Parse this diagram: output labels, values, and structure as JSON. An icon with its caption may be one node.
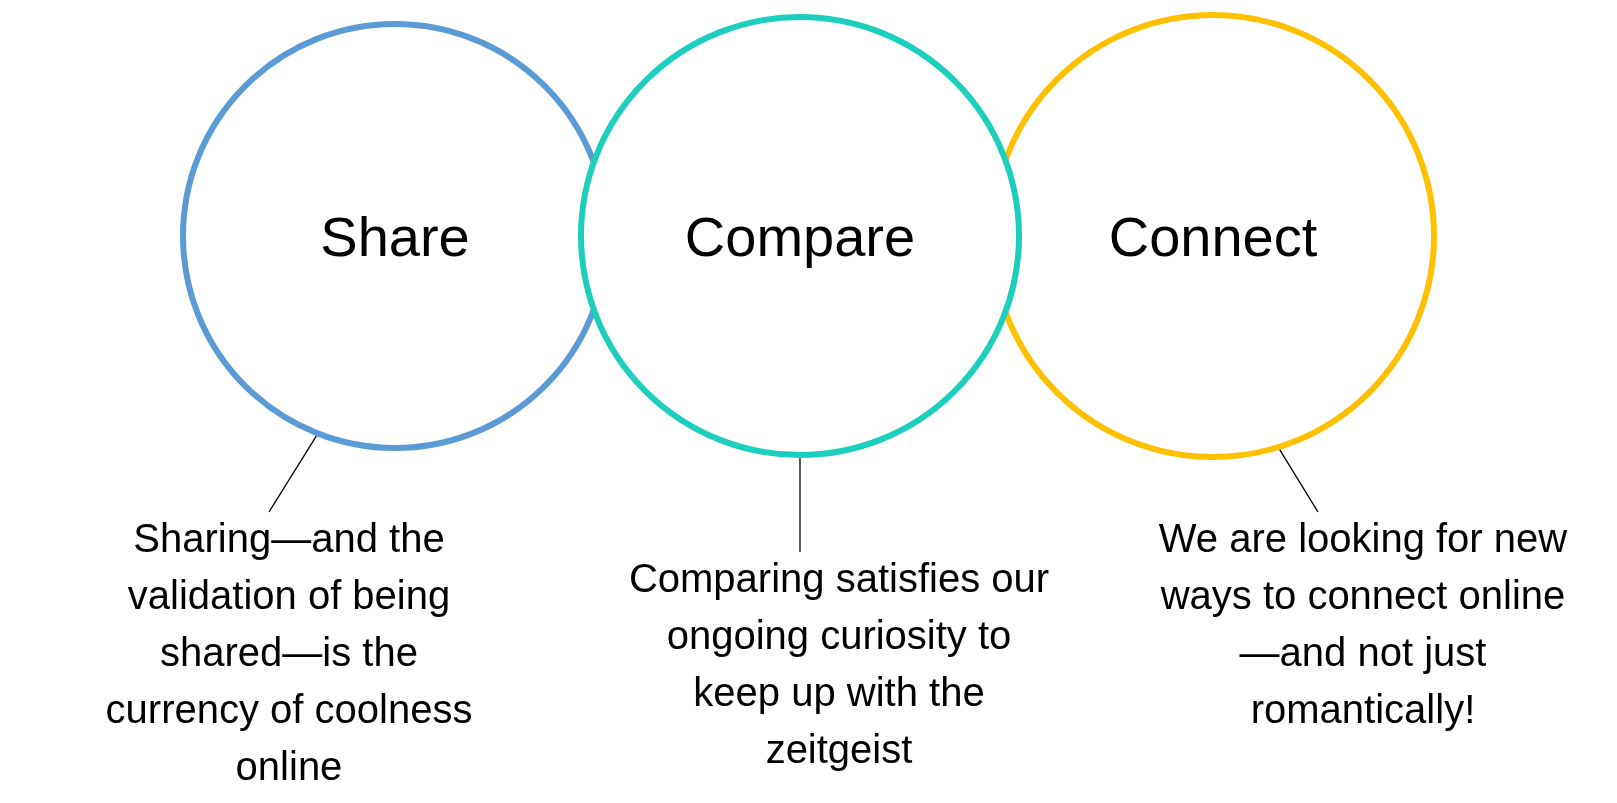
{
  "diagram": {
    "nodes": [
      {
        "text": [
          "Share"
        ]
      },
      {
        "text": [
          "Compare"
        ]
      },
      {
        "text": [
          "Connect"
        ]
      },
      {
        "text": [
          "Sharing—and the validation of being shared—is the currency of coolness online"
        ]
      },
      {
        "text": [
          "Comparing satisfies our ongoing curiosity to keep up with the zeitgeist"
        ]
      },
      {
        "text": [
          "We are looking for new ways to connect online—and not just romantically!"
        ]
      }
    ],
    "edges": [
      {
        "from": 3,
        "to": 0,
        "arrow": "none",
        "color": "#000000"
      },
      {
        "from": 4,
        "to": 1,
        "arrow": "none",
        "color": "#000000"
      },
      {
        "from": 5,
        "to": 2,
        "arrow": "none",
        "color": "#000000"
      }
    ]
  }
}
